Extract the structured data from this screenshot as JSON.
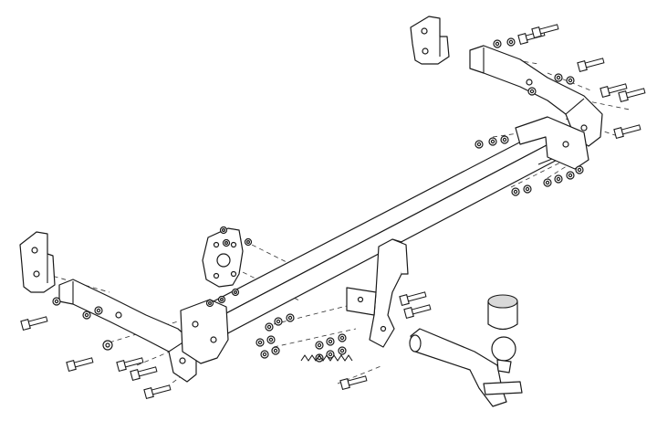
{
  "diagram": {
    "parts": [
      {
        "id": "crossbar-tube",
        "icon": "square-tube"
      },
      {
        "id": "left-side-arm",
        "icon": "flat-bracket"
      },
      {
        "id": "right-side-arm",
        "icon": "flat-bracket"
      },
      {
        "id": "left-mounting-plate",
        "icon": "bent-plate"
      },
      {
        "id": "right-mounting-plate",
        "icon": "bent-plate"
      },
      {
        "id": "socket-plate",
        "icon": "plate-with-holes"
      },
      {
        "id": "center-hanger",
        "icon": "vertical-bracket"
      },
      {
        "id": "tow-ball-neck",
        "icon": "swan-neck"
      },
      {
        "id": "tow-ball-cap",
        "icon": "cap"
      },
      {
        "id": "bolts-nuts-washers",
        "icon": "fasteners"
      }
    ],
    "colors": {
      "line": "#1a1a1a",
      "background": "#ffffff",
      "cap": "#d9d9d9"
    }
  }
}
